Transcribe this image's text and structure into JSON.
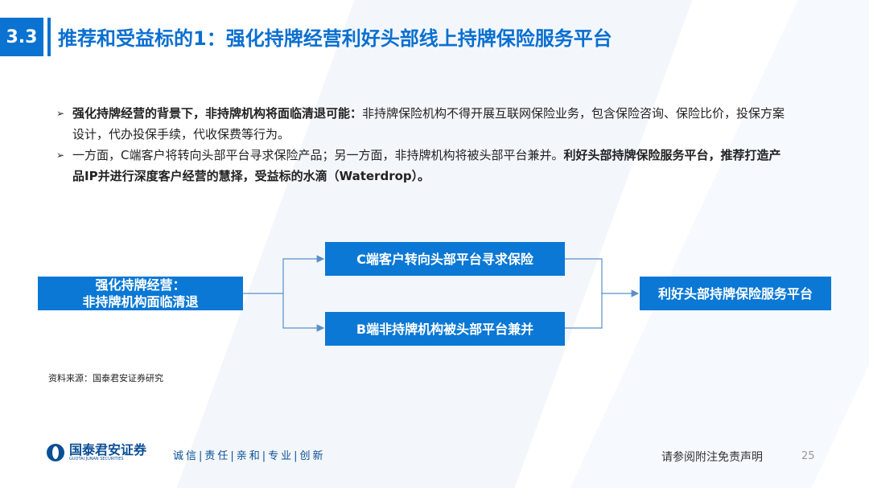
{
  "header": {
    "section_number": "3.3",
    "title": "推荐和受益标的1：强化持牌经营利好头部线上持牌保险服务平台"
  },
  "bullets": [
    {
      "bold": "强化持牌经营的背景下，非持牌机构将面临清退可能：",
      "text": "非持牌保险机构不得开展互联网保险业务，包含保险咨询、保险比价，投保方案设计，代办投保手续，代收保费等行为。",
      "bold2": ""
    },
    {
      "bold": "",
      "text": "一方面，C端客户将转向头部平台寻求保险产品；另一方面，非持牌机构将被头部平台兼并。",
      "bold2": "利好头部持牌保险服务平台，推荐打造产品IP并进行深度客户经营的慧择，受益标的水滴（Waterdrop）。"
    }
  ],
  "diagram": {
    "left": [
      "强化持牌经营：",
      "非持牌机构面临清退"
    ],
    "top": "C端客户转向头部平台寻求保险",
    "bottom": "B端非持牌机构被头部平台兼并",
    "right": "利好头部持牌保险服务平台"
  },
  "source": "资料来源：国泰君安证券研究",
  "footer": {
    "logo_cn": "国泰君安证券",
    "logo_en": "GUOTAI JUNAN SECURITIES",
    "motto": "诚信|责任|亲和|专业|创新",
    "disclaimer": "请参阅附注免责声明",
    "page": "25"
  },
  "colors": {
    "accent": "#0a72d0",
    "box": "#0a78d4",
    "brand": "#0b4f95"
  }
}
